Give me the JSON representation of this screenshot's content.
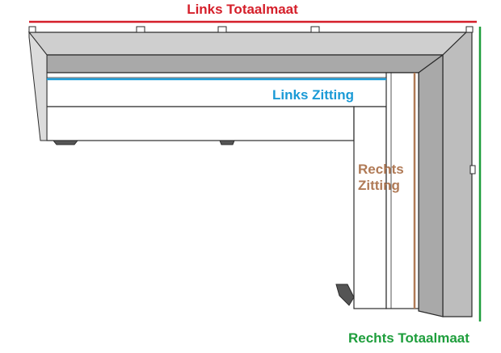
{
  "labels": {
    "links_totaalmaat": "Links Totaalmaat",
    "links_zitting": "Links Zitting",
    "rechts_zitting_line1": "Rechts",
    "rechts_zitting_line2": "Zitting",
    "rechts_totaalmaat": "Rechts Totaalmaat"
  },
  "colors": {
    "links_totaalmaat": "#d51f2a",
    "links_zitting": "#1a9ad6",
    "rechts_zitting": "#b07a56",
    "rechts_totaalmaat": "#1e9e3c",
    "backrest_top": "#cfcfcf",
    "backrest_front": "#a9a9a9",
    "seat": "#ffffff",
    "outline": "#2b2b2b"
  }
}
